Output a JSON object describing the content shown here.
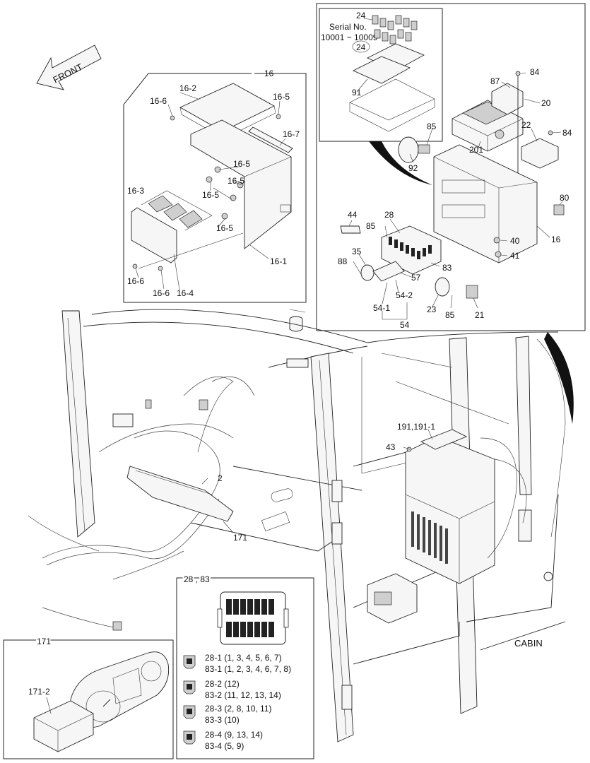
{
  "front_arrow": {
    "label": "FRONT"
  },
  "cabin_label": "CABIN",
  "top_inset": {
    "part": "24",
    "serial_label": "Serial No.",
    "serial_range": "10001 ~ 10009",
    "part_circled": "24",
    "part_91": "91"
  },
  "group16": {
    "title": "16",
    "labels": [
      "16-2",
      "16-5",
      "16-6",
      "16-7",
      "16-5",
      "16-5",
      "16-3",
      "16-5",
      "16-5",
      "16-1",
      "16-6",
      "16-6",
      "16-4"
    ]
  },
  "right_box": {
    "labels": [
      "84",
      "87",
      "20",
      "85",
      "22",
      "84",
      "201",
      "92",
      "80",
      "44",
      "28",
      "85",
      "16",
      "35",
      "40",
      "88",
      "41",
      "83",
      "57",
      "54-2",
      "54-1",
      "23",
      "85",
      "21",
      "54"
    ]
  },
  "cabin_labels": {
    "part_2": "2",
    "part_171": "171",
    "part_191": "191,191-1",
    "part_43": "43"
  },
  "fuse_box": {
    "title": "28 , 83",
    "rows": [
      {
        "line1": "28-1  (1, 3, 4, 5, 6, 7)",
        "line2": "83-1  (1, 2, 3, 4, 6, 7, 8)"
      },
      {
        "line1": "28-2  (12)",
        "line2": "83-2  (11, 12, 13, 14)"
      },
      {
        "line1": "28-3  (2, 8, 10, 11)",
        "line2": "83-3  (10)"
      },
      {
        "line1": "28-4  (9, 13, 14)",
        "line2": "83-4  (5, 9)"
      }
    ]
  },
  "cluster_box": {
    "title": "171",
    "sub_label": "171-2"
  }
}
